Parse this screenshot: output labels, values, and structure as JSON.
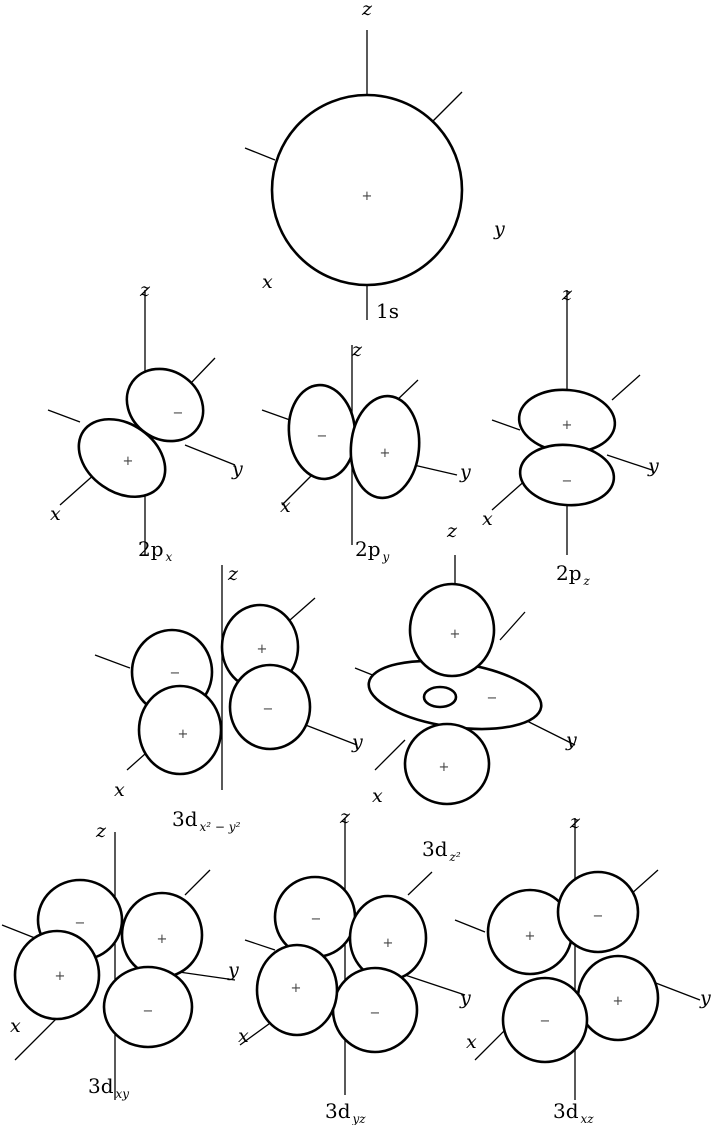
{
  "axes": {
    "x": "x",
    "y": "y",
    "z": "z"
  },
  "orbitals": [
    {
      "id": "1s",
      "label_main": "1s",
      "label_sub": "",
      "signs": [
        "+"
      ]
    },
    {
      "id": "2px",
      "label_main": "2p",
      "label_sub": "x",
      "signs": [
        "−",
        "+"
      ]
    },
    {
      "id": "2py",
      "label_main": "2p",
      "label_sub": "y",
      "signs": [
        "−",
        "+"
      ]
    },
    {
      "id": "2pz",
      "label_main": "2p",
      "label_sub": "z",
      "signs": [
        "+",
        "−"
      ]
    },
    {
      "id": "3dx2-y2",
      "label_main": "3d",
      "label_sub": "x² − y²",
      "signs": [
        "−",
        "+",
        "−",
        "+"
      ]
    },
    {
      "id": "3dz2",
      "label_main": "3d",
      "label_sub": "z²",
      "signs": [
        "−",
        "+",
        "+"
      ]
    },
    {
      "id": "3dxy",
      "label_main": "3d",
      "label_sub": "xy",
      "signs": [
        "−",
        "+",
        "−",
        "+"
      ]
    },
    {
      "id": "3dyz",
      "label_main": "3d",
      "label_sub": "yz",
      "signs": [
        "−",
        "+",
        "−",
        "+"
      ]
    },
    {
      "id": "3dxz",
      "label_main": "3d",
      "label_sub": "xz",
      "signs": [
        "+",
        "−",
        "+",
        "−"
      ]
    }
  ]
}
